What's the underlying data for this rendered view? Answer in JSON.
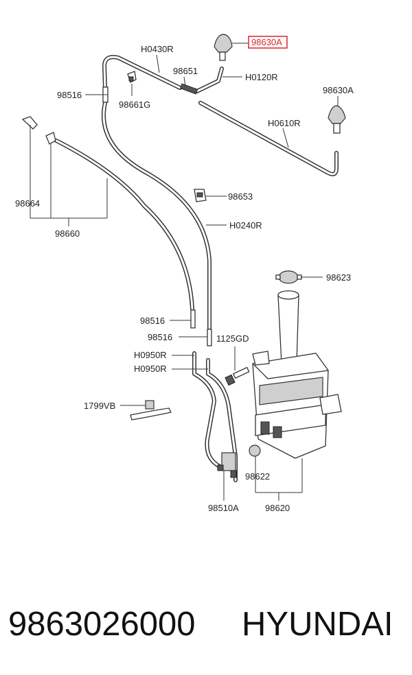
{
  "labels": {
    "h0430r": "H0430R",
    "p98630a_highlight": "98630A",
    "p98651": "98651",
    "h0120r": "H0120R",
    "p98516_top": "98516",
    "p98661g": "98661G",
    "p98630a": "98630A",
    "h0610r": "H0610R",
    "p98653": "98653",
    "p98664": "98664",
    "h0240r": "H0240R",
    "p98660": "98660",
    "p98623": "98623",
    "p98516_mid": "98516",
    "p98516_low": "98516",
    "p1125gd": "1125GD",
    "h0950r_a": "H0950R",
    "h0950r_b": "H0950R",
    "p1799vb": "1799VB",
    "p98622": "98622",
    "p98510a": "98510A",
    "p98620": "98620"
  },
  "highlight_color": "#d9252a",
  "footer": {
    "part_number": "9863026000",
    "brand": "HYUNDAI"
  }
}
